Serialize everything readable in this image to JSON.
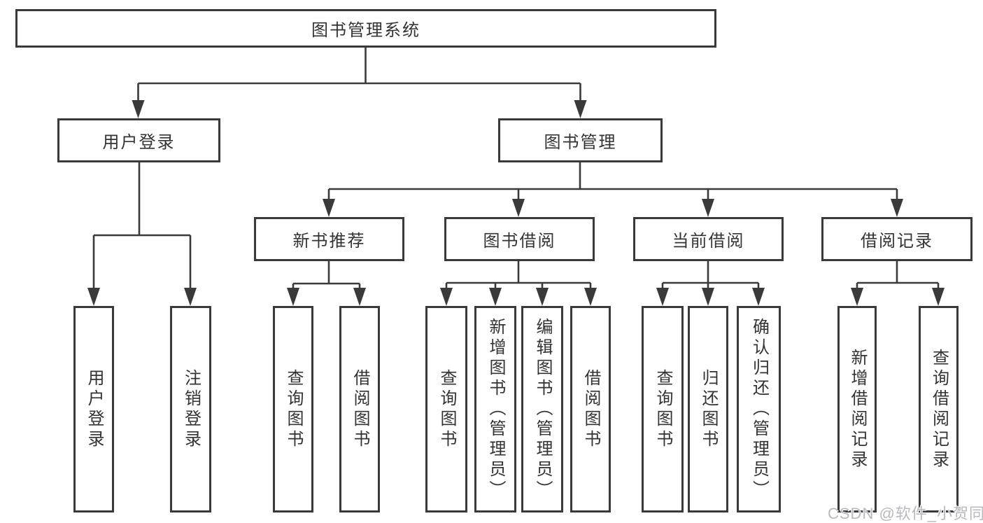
{
  "diagram_title": "图书管理系统",
  "colors": {
    "line": "#3a3a3a",
    "text": "#333333",
    "box_background": "#ffffff",
    "watermark": "#b9b9bf"
  },
  "tree": {
    "root": {
      "label": "图书管理系统",
      "children": [
        {
          "label": "用户登录",
          "children": [
            {
              "label": "用户登录"
            },
            {
              "label": "注销登录"
            }
          ]
        },
        {
          "label": "图书管理",
          "children": [
            {
              "label": "新书推荐",
              "children": [
                {
                  "label": "查询图书"
                },
                {
                  "label": "借阅图书"
                }
              ]
            },
            {
              "label": "图书借阅",
              "children": [
                {
                  "label": "查询图书"
                },
                {
                  "label": "新增图书（管理员）"
                },
                {
                  "label": "编辑图书（管理员）"
                },
                {
                  "label": "借阅图书"
                }
              ]
            },
            {
              "label": "当前借阅",
              "children": [
                {
                  "label": "查询图书"
                },
                {
                  "label": "归还图书"
                },
                {
                  "label": "确认归还（管理员）"
                }
              ]
            },
            {
              "label": "借阅记录",
              "children": [
                {
                  "label": "新增借阅记录"
                },
                {
                  "label": "查询借阅记录"
                }
              ]
            }
          ]
        }
      ]
    }
  },
  "watermark": {
    "text": "CSDN @软件_小贺同学"
  }
}
